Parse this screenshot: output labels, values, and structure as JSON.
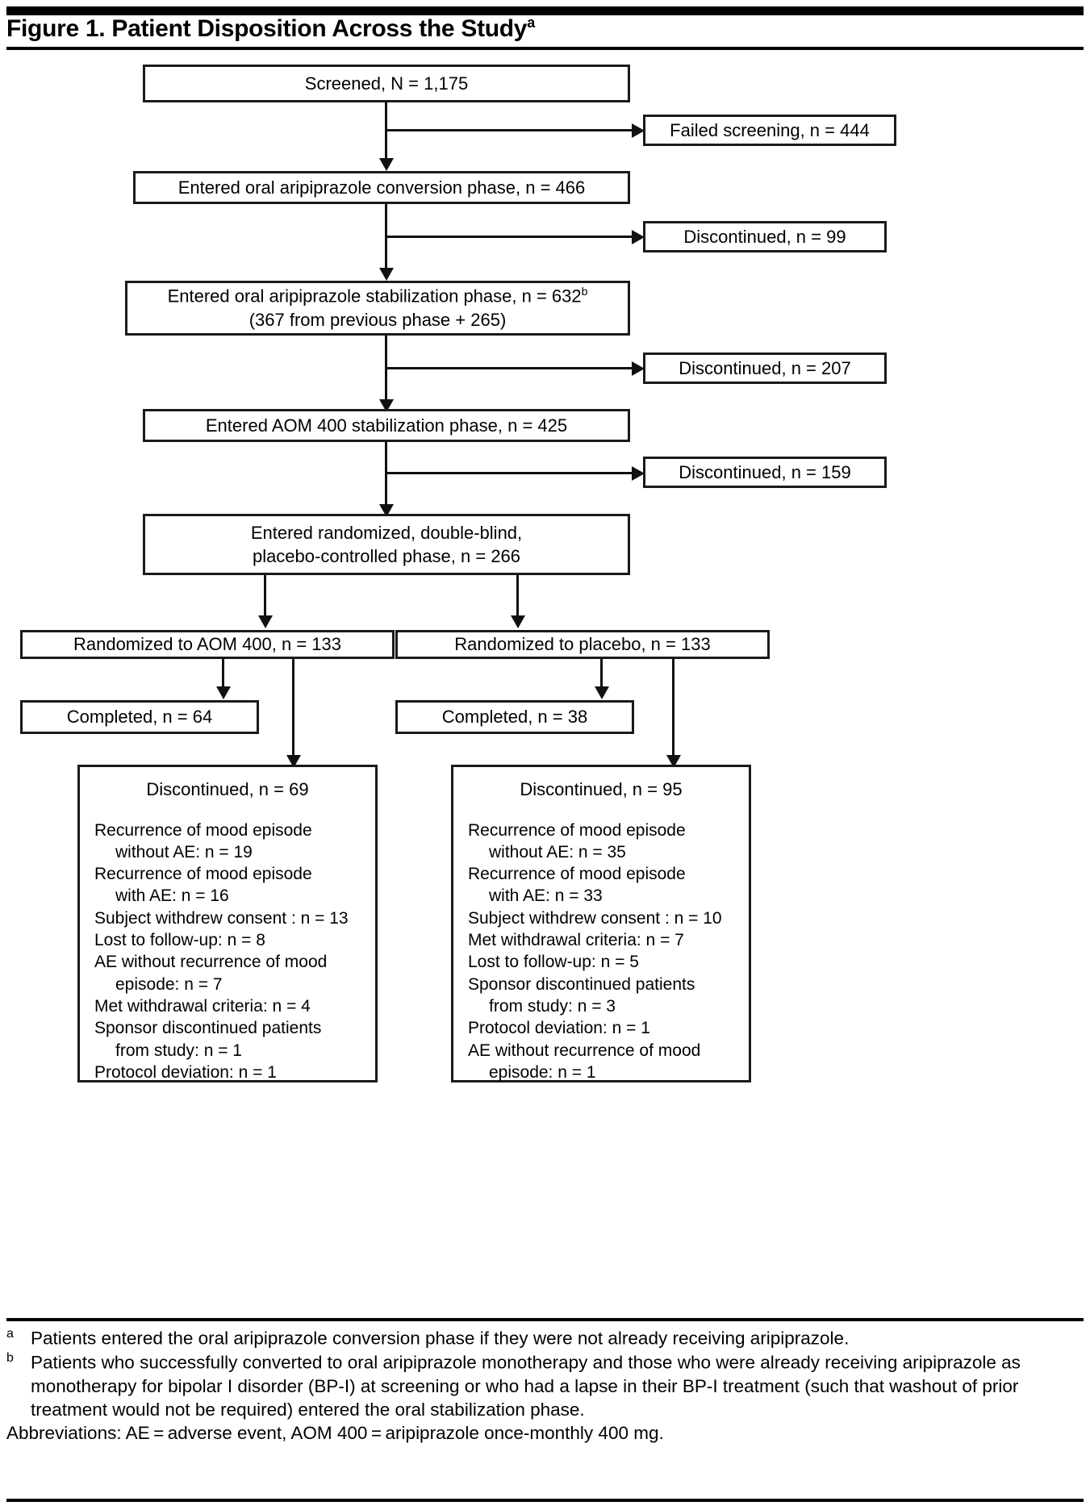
{
  "figure": {
    "title": "Figure 1. Patient Disposition Across the Study",
    "title_superscript": "a"
  },
  "flow": {
    "screened": "Screened, N = 1,175",
    "failed_screening": "Failed screening, n = 444",
    "conversion_phase": "Entered oral aripiprazole conversion phase, n = 466",
    "discontinued_1": "Discontinued, n = 99",
    "oral_stabilization_line1": "Entered oral aripiprazole stabilization phase, n = 632",
    "oral_stabilization_superscript": "b",
    "oral_stabilization_line2": "(367 from previous phase + 265)",
    "discontinued_2": "Discontinued, n = 207",
    "aom_stabilization": "Entered AOM 400 stabilization phase, n = 425",
    "discontinued_3": "Discontinued, n = 159",
    "randomized_phase_line1": "Entered randomized, double-blind,",
    "randomized_phase_line2": "placebo-controlled phase, n = 266",
    "randomized_aom": "Randomized to AOM 400, n = 133",
    "randomized_placebo": "Randomized to placebo, n = 133",
    "completed_aom": "Completed, n = 64",
    "completed_placebo": "Completed, n = 38"
  },
  "discontinued_aom": {
    "heading": "Discontinued, n = 69",
    "items": [
      {
        "line1": "Recurrence of mood episode",
        "line2": "without AE: n = 19"
      },
      {
        "line1": "Recurrence of mood episode",
        "line2": "with AE: n = 16"
      },
      {
        "line1": "Subject withdrew consent : n = 13",
        "line2": ""
      },
      {
        "line1": "Lost to follow-up: n = 8",
        "line2": ""
      },
      {
        "line1": "AE without recurrence of mood",
        "line2": "episode: n = 7"
      },
      {
        "line1": "Met withdrawal criteria: n = 4",
        "line2": ""
      },
      {
        "line1": "Sponsor discontinued patients",
        "line2": "from study: n = 1"
      },
      {
        "line1": "Protocol deviation: n = 1",
        "line2": ""
      }
    ]
  },
  "discontinued_placebo": {
    "heading": "Discontinued,  n = 95",
    "items": [
      {
        "line1": "Recurrence of mood episode",
        "line2": "without AE: n = 35"
      },
      {
        "line1": "Recurrence of mood episode",
        "line2": "with AE: n = 33"
      },
      {
        "line1": "Subject withdrew consent : n = 10",
        "line2": ""
      },
      {
        "line1": "Met withdrawal criteria: n = 7",
        "line2": ""
      },
      {
        "line1": "Lost to follow-up: n = 5",
        "line2": ""
      },
      {
        "line1": "Sponsor discontinued patients",
        "line2": "from study: n = 3"
      },
      {
        "line1": "Protocol deviation: n = 1",
        "line2": ""
      },
      {
        "line1": "AE without recurrence of mood",
        "line2": "episode: n = 1"
      }
    ]
  },
  "notes": {
    "a_marker": "a",
    "a_text": "Patients entered the oral aripiprazole conversion phase if they were not already receiving aripiprazole.",
    "b_marker": "b",
    "b_text": "Patients who successfully converted to oral aripiprazole monotherapy and those who were already receiving aripiprazole as monotherapy for bipolar I disorder (BP-I) at screening or who had a lapse in their BP-I treatment (such that washout of prior treatment would not be required) entered the oral stabilization phase.",
    "abbreviations": "Abbreviations: AE = adverse event, AOM 400 = aripiprazole once-monthly 400 mg."
  },
  "chart_data": {
    "type": "diagram",
    "title": "Figure 1. Patient Disposition Across the Study",
    "nodes": [
      {
        "id": "screened",
        "label": "Screened, N = 1,175",
        "n": 1175
      },
      {
        "id": "failed-screening",
        "label": "Failed screening, n = 444",
        "n": 444
      },
      {
        "id": "conversion-phase",
        "label": "Entered oral aripiprazole conversion phase, n = 466",
        "n": 466
      },
      {
        "id": "discontinued-conversion",
        "label": "Discontinued, n = 99",
        "n": 99
      },
      {
        "id": "oral-stabilization",
        "label": "Entered oral aripiprazole stabilization phase, n = 632 (367 from previous phase + 265)",
        "n": 632
      },
      {
        "id": "discontinued-oral-stabilization",
        "label": "Discontinued, n = 207",
        "n": 207
      },
      {
        "id": "aom-stabilization",
        "label": "Entered AOM 400 stabilization phase, n = 425",
        "n": 425
      },
      {
        "id": "discontinued-aom-stabilization",
        "label": "Discontinued, n = 159",
        "n": 159
      },
      {
        "id": "randomized-phase",
        "label": "Entered randomized, double-blind, placebo-controlled phase, n = 266",
        "n": 266
      },
      {
        "id": "randomized-aom",
        "label": "Randomized to AOM 400, n = 133",
        "n": 133
      },
      {
        "id": "randomized-placebo",
        "label": "Randomized to placebo, n = 133",
        "n": 133
      },
      {
        "id": "completed-aom",
        "label": "Completed, n = 64",
        "n": 64
      },
      {
        "id": "completed-placebo",
        "label": "Completed, n = 38",
        "n": 38
      },
      {
        "id": "discontinued-aom",
        "label": "Discontinued, n = 69",
        "n": 69
      },
      {
        "id": "discontinued-placebo",
        "label": "Discontinued, n = 95",
        "n": 95
      }
    ],
    "edges": [
      {
        "from": "screened",
        "to": "failed-screening"
      },
      {
        "from": "screened",
        "to": "conversion-phase"
      },
      {
        "from": "conversion-phase",
        "to": "discontinued-conversion"
      },
      {
        "from": "conversion-phase",
        "to": "oral-stabilization"
      },
      {
        "from": "oral-stabilization",
        "to": "discontinued-oral-stabilization"
      },
      {
        "from": "oral-stabilization",
        "to": "aom-stabilization"
      },
      {
        "from": "aom-stabilization",
        "to": "discontinued-aom-stabilization"
      },
      {
        "from": "aom-stabilization",
        "to": "randomized-phase"
      },
      {
        "from": "randomized-phase",
        "to": "randomized-aom"
      },
      {
        "from": "randomized-phase",
        "to": "randomized-placebo"
      },
      {
        "from": "randomized-aom",
        "to": "completed-aom"
      },
      {
        "from": "randomized-aom",
        "to": "discontinued-aom"
      },
      {
        "from": "randomized-placebo",
        "to": "completed-placebo"
      },
      {
        "from": "randomized-placebo",
        "to": "discontinued-placebo"
      }
    ]
  }
}
